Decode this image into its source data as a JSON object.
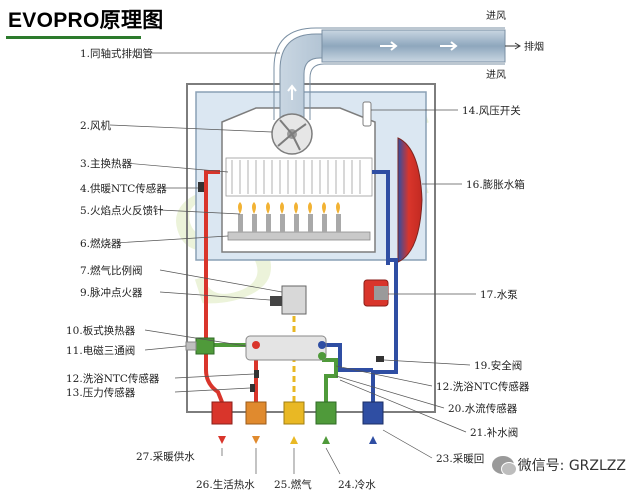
{
  "title": "EVOPRO原理图",
  "watermark": {
    "text": "微信号: GRZLZZ"
  },
  "flue": {
    "inlet_top": "进风",
    "outlet": "排烟",
    "inlet_bottom": "进风"
  },
  "labels_left": [
    "1.同轴式排烟管",
    "2.风机",
    "3.主换热器",
    "4.供暖NTC传感器",
    "5.火焰点火反馈针",
    "6.燃烧器",
    "7.燃气比例阀",
    "9.脉冲点火器",
    "10.板式换热器",
    "11.电磁三通阀",
    "12.洗浴NTC传感器",
    "13.压力传感器"
  ],
  "labels_right": [
    "14.风压开关",
    "16.膨胀水箱",
    "17.水泵",
    "19.安全阀",
    "12.洗浴NTC传感器",
    "20.水流传感器",
    "21.补水阀",
    "23.采暖回"
  ],
  "labels_bottom": [
    "27.采暖供水",
    "26.生活热水",
    "25.燃气",
    "24.冷水"
  ],
  "colors": {
    "hot": "#d9352b",
    "cold": "#2f4ea3",
    "gas": "#e9b824",
    "dhw": "#e08a2e",
    "green": "#4f9a3a",
    "flue": "#9fb3c6",
    "casing": "#7d7d7d"
  }
}
